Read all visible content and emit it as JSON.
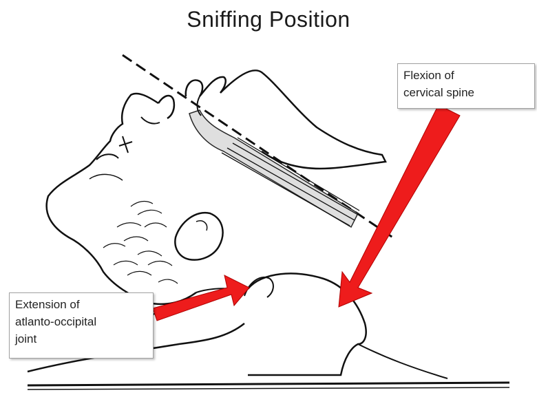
{
  "title": "Sniffing Position",
  "callouts": {
    "flexion": {
      "lines": [
        "Flexion of",
        "cervical spine"
      ]
    },
    "extension": {
      "lines": [
        "Extension of",
        "atlanto-occipital",
        "joint"
      ]
    }
  },
  "colors": {
    "arrow": "#ee1c1c",
    "ink": "#111111",
    "background": "#ffffff"
  }
}
